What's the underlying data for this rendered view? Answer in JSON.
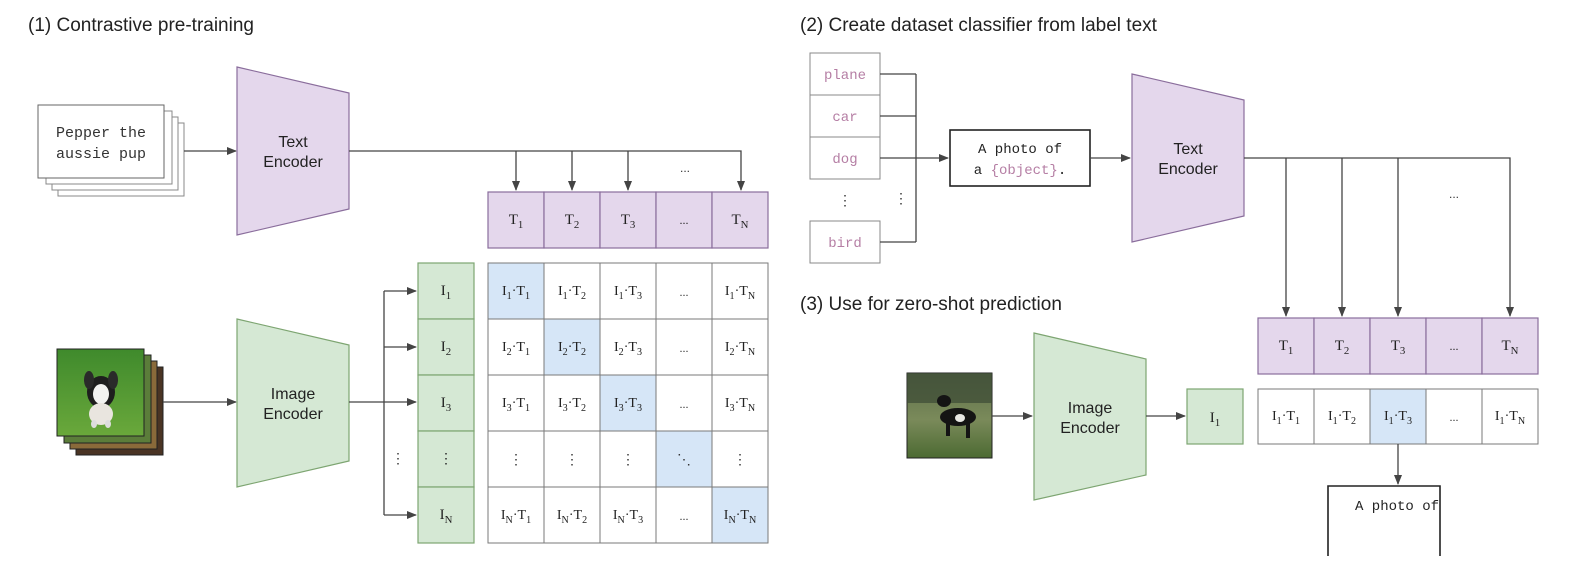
{
  "sections": {
    "pretraining_title": "(1) Contrastive pre-training",
    "classifier_title": "(2) Create dataset classifier from label text",
    "zeroshot_title": "(3) Use for zero-shot prediction"
  },
  "pretraining": {
    "caption_line1": "Pepper the",
    "caption_line2": "aussie pup",
    "text_encoder_line1": "Text",
    "text_encoder_line2": "Encoder",
    "image_encoder_line1": "Image",
    "image_encoder_line2": "Encoder",
    "text_ellipsis": "...",
    "text_features": [
      {
        "base": "T",
        "sub": "1"
      },
      {
        "base": "T",
        "sub": "2"
      },
      {
        "base": "T",
        "sub": "3"
      },
      {
        "base": "...",
        "sub": ""
      },
      {
        "base": "T",
        "sub": "N"
      }
    ],
    "image_features": [
      {
        "base": "I",
        "sub": "1"
      },
      {
        "base": "I",
        "sub": "2"
      },
      {
        "base": "I",
        "sub": "3"
      },
      {
        "base": "⋮",
        "sub": ""
      },
      {
        "base": "I",
        "sub": "N"
      }
    ],
    "vertical_dots": "⋮",
    "matrix": [
      [
        "I1·T1",
        "I1·T2",
        "I1·T3",
        "...",
        "I1·TN"
      ],
      [
        "I2·T1",
        "I2·T2",
        "I2·T3",
        "...",
        "I2·TN"
      ],
      [
        "I3·T1",
        "I3·T2",
        "I3·T3",
        "...",
        "I3·TN"
      ],
      [
        "⋮",
        "⋮",
        "⋮",
        "⋱",
        "⋮"
      ],
      [
        "IN·T1",
        "IN·T2",
        "IN·T3",
        "...",
        "IN·TN"
      ]
    ]
  },
  "classifier": {
    "labels": [
      "plane",
      "car",
      "dog",
      "⋮",
      "bird"
    ],
    "label_dots": "⋮",
    "template_line1": "A photo of",
    "template_prefix": "a ",
    "template_placeholder": "{object}",
    "template_suffix": ".",
    "text_encoder_line1": "Text",
    "text_encoder_line2": "Encoder",
    "arrow_ellipsis": "..."
  },
  "zeroshot": {
    "image_encoder_line1": "Image",
    "image_encoder_line2": "Encoder",
    "image_feature": {
      "base": "I",
      "sub": "1"
    },
    "text_features": [
      {
        "base": "T",
        "sub": "1"
      },
      {
        "base": "T",
        "sub": "2"
      },
      {
        "base": "T",
        "sub": "3"
      },
      {
        "base": "...",
        "sub": ""
      },
      {
        "base": "T",
        "sub": "N"
      }
    ],
    "scores": [
      "I1·T1",
      "I1·T2",
      "I1·T3",
      "...",
      "I1·TN"
    ],
    "highlight_index": 2,
    "prediction_line1": "A photo of"
  },
  "colors": {
    "purple_fill": "#e4d7ec",
    "purple_stroke": "#8a6d9c",
    "green_fill": "#d5e8d4",
    "green_stroke": "#7da571",
    "blue_highlight": "#d6e6f7",
    "label_text": "#b57ea4",
    "line": "#444444"
  }
}
